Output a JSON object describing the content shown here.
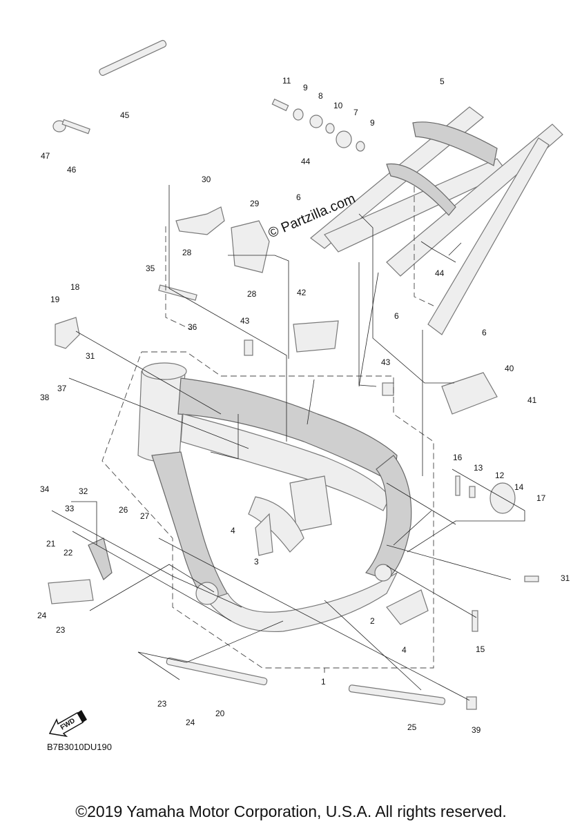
{
  "watermark": "© Partzilla.com",
  "diagram_code": "B7B3010DU190",
  "fwd_label": "FWD",
  "copyright": "©2019 Yamaha Motor Corporation, U.S.A. All rights reserved.",
  "callouts": [
    "1",
    "2",
    "3",
    "4",
    "4",
    "4",
    "5",
    "6",
    "6",
    "6",
    "6",
    "7",
    "8",
    "9",
    "9",
    "10",
    "11",
    "12",
    "13",
    "14",
    "15",
    "16",
    "17",
    "18",
    "19",
    "20",
    "21",
    "22",
    "23",
    "23",
    "23",
    "24",
    "24",
    "25",
    "26",
    "27",
    "28",
    "28",
    "29",
    "30",
    "31",
    "31",
    "32",
    "33",
    "34",
    "35",
    "36",
    "37",
    "38",
    "39",
    "40",
    "41",
    "42",
    "43",
    "43",
    "44",
    "44",
    "45",
    "46",
    "47"
  ]
}
